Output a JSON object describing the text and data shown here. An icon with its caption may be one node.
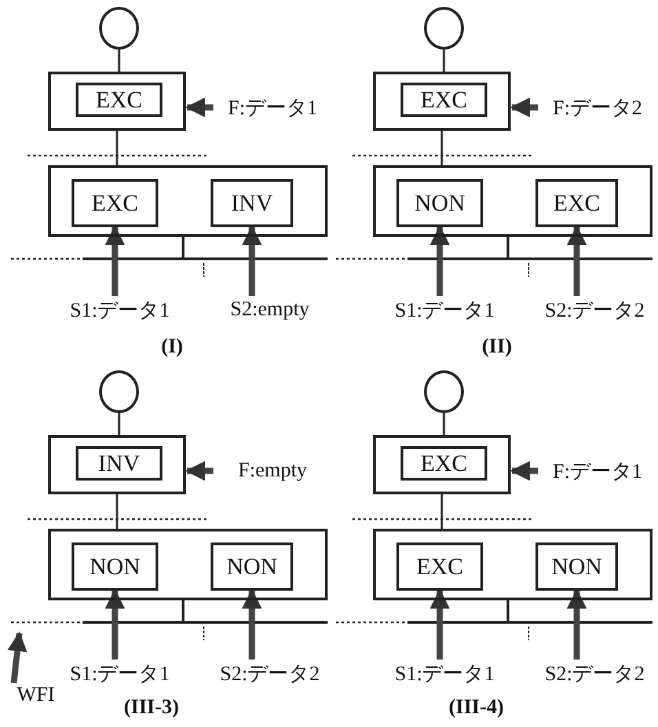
{
  "diagram": {
    "nodes": [
      {
        "text": [],
        "shape": "circle"
      },
      {
        "text": [],
        "shape": "box"
      },
      {
        "text": [
          "EXC"
        ],
        "in": 1
      },
      {
        "text": [
          "F:データ1"
        ]
      },
      {
        "text": [],
        "shape": "box"
      },
      {
        "text": [
          "EXC"
        ],
        "in": 4
      },
      {
        "text": [
          "INV"
        ],
        "in": 4
      },
      {
        "text": [
          "S1:データ1"
        ]
      },
      {
        "text": [
          "S2:empty"
        ]
      },
      {
        "text": [],
        "shape": "circle"
      },
      {
        "text": [],
        "shape": "box"
      },
      {
        "text": [
          "EXC"
        ],
        "in": 10
      },
      {
        "text": [
          "F:データ2"
        ]
      },
      {
        "text": [],
        "shape": "box"
      },
      {
        "text": [
          "NON"
        ],
        "in": 13
      },
      {
        "text": [
          "EXC"
        ],
        "in": 13
      },
      {
        "text": [
          "S1:データ1"
        ]
      },
      {
        "text": [
          "S2:データ2"
        ]
      },
      {
        "text": [],
        "shape": "circle"
      },
      {
        "text": [],
        "shape": "box"
      },
      {
        "text": [
          "INV"
        ],
        "in": 19
      },
      {
        "text": [
          "F:empty"
        ]
      },
      {
        "text": [],
        "shape": "box"
      },
      {
        "text": [
          "NON"
        ],
        "in": 22
      },
      {
        "text": [
          "NON"
        ],
        "in": 22
      },
      {
        "text": [
          "S1:データ1"
        ]
      },
      {
        "text": [
          "S2:データ2"
        ]
      },
      {
        "text": [
          "WFI"
        ]
      },
      {
        "text": [],
        "shape": "circle"
      },
      {
        "text": [],
        "shape": "box"
      },
      {
        "text": [
          "EXC"
        ],
        "in": 29
      },
      {
        "text": [
          "F:データ1"
        ]
      },
      {
        "text": [],
        "shape": "box"
      },
      {
        "text": [
          "EXC"
        ],
        "in": 32
      },
      {
        "text": [
          "NON"
        ],
        "in": 32
      },
      {
        "text": [
          "S1:データ1"
        ]
      },
      {
        "text": [
          "S2:データ2"
        ]
      }
    ],
    "edges": [
      {
        "from": 0,
        "to": 1,
        "arrow": "none"
      },
      {
        "from": 3,
        "to": 1,
        "arrow": "to"
      },
      {
        "from": 1,
        "to": 4,
        "arrow": "none"
      },
      {
        "from": 7,
        "to": 5,
        "arrow": "to"
      },
      {
        "from": 8,
        "to": 6,
        "arrow": "to"
      },
      {
        "from": 9,
        "to": 10,
        "arrow": "none"
      },
      {
        "from": 12,
        "to": 10,
        "arrow": "to"
      },
      {
        "from": 10,
        "to": 13,
        "arrow": "none"
      },
      {
        "from": 16,
        "to": 14,
        "arrow": "to"
      },
      {
        "from": 17,
        "to": 15,
        "arrow": "to"
      },
      {
        "from": 18,
        "to": 19,
        "arrow": "none"
      },
      {
        "from": 21,
        "to": 19,
        "arrow": "to"
      },
      {
        "from": 19,
        "to": 22,
        "arrow": "none"
      },
      {
        "from": 25,
        "to": 23,
        "arrow": "to"
      },
      {
        "from": 26,
        "to": 24,
        "arrow": "to"
      },
      {
        "from": 27,
        "to": null,
        "arrow": "to"
      },
      {
        "from": 28,
        "to": 29,
        "arrow": "none"
      },
      {
        "from": 31,
        "to": 29,
        "arrow": "to"
      },
      {
        "from": 29,
        "to": 32,
        "arrow": "none"
      },
      {
        "from": 35,
        "to": 33,
        "arrow": "to"
      },
      {
        "from": 36,
        "to": 34,
        "arrow": "to"
      }
    ],
    "labels": [
      "(I)",
      "(II)",
      "(III-3)",
      "(III-4)"
    ]
  }
}
